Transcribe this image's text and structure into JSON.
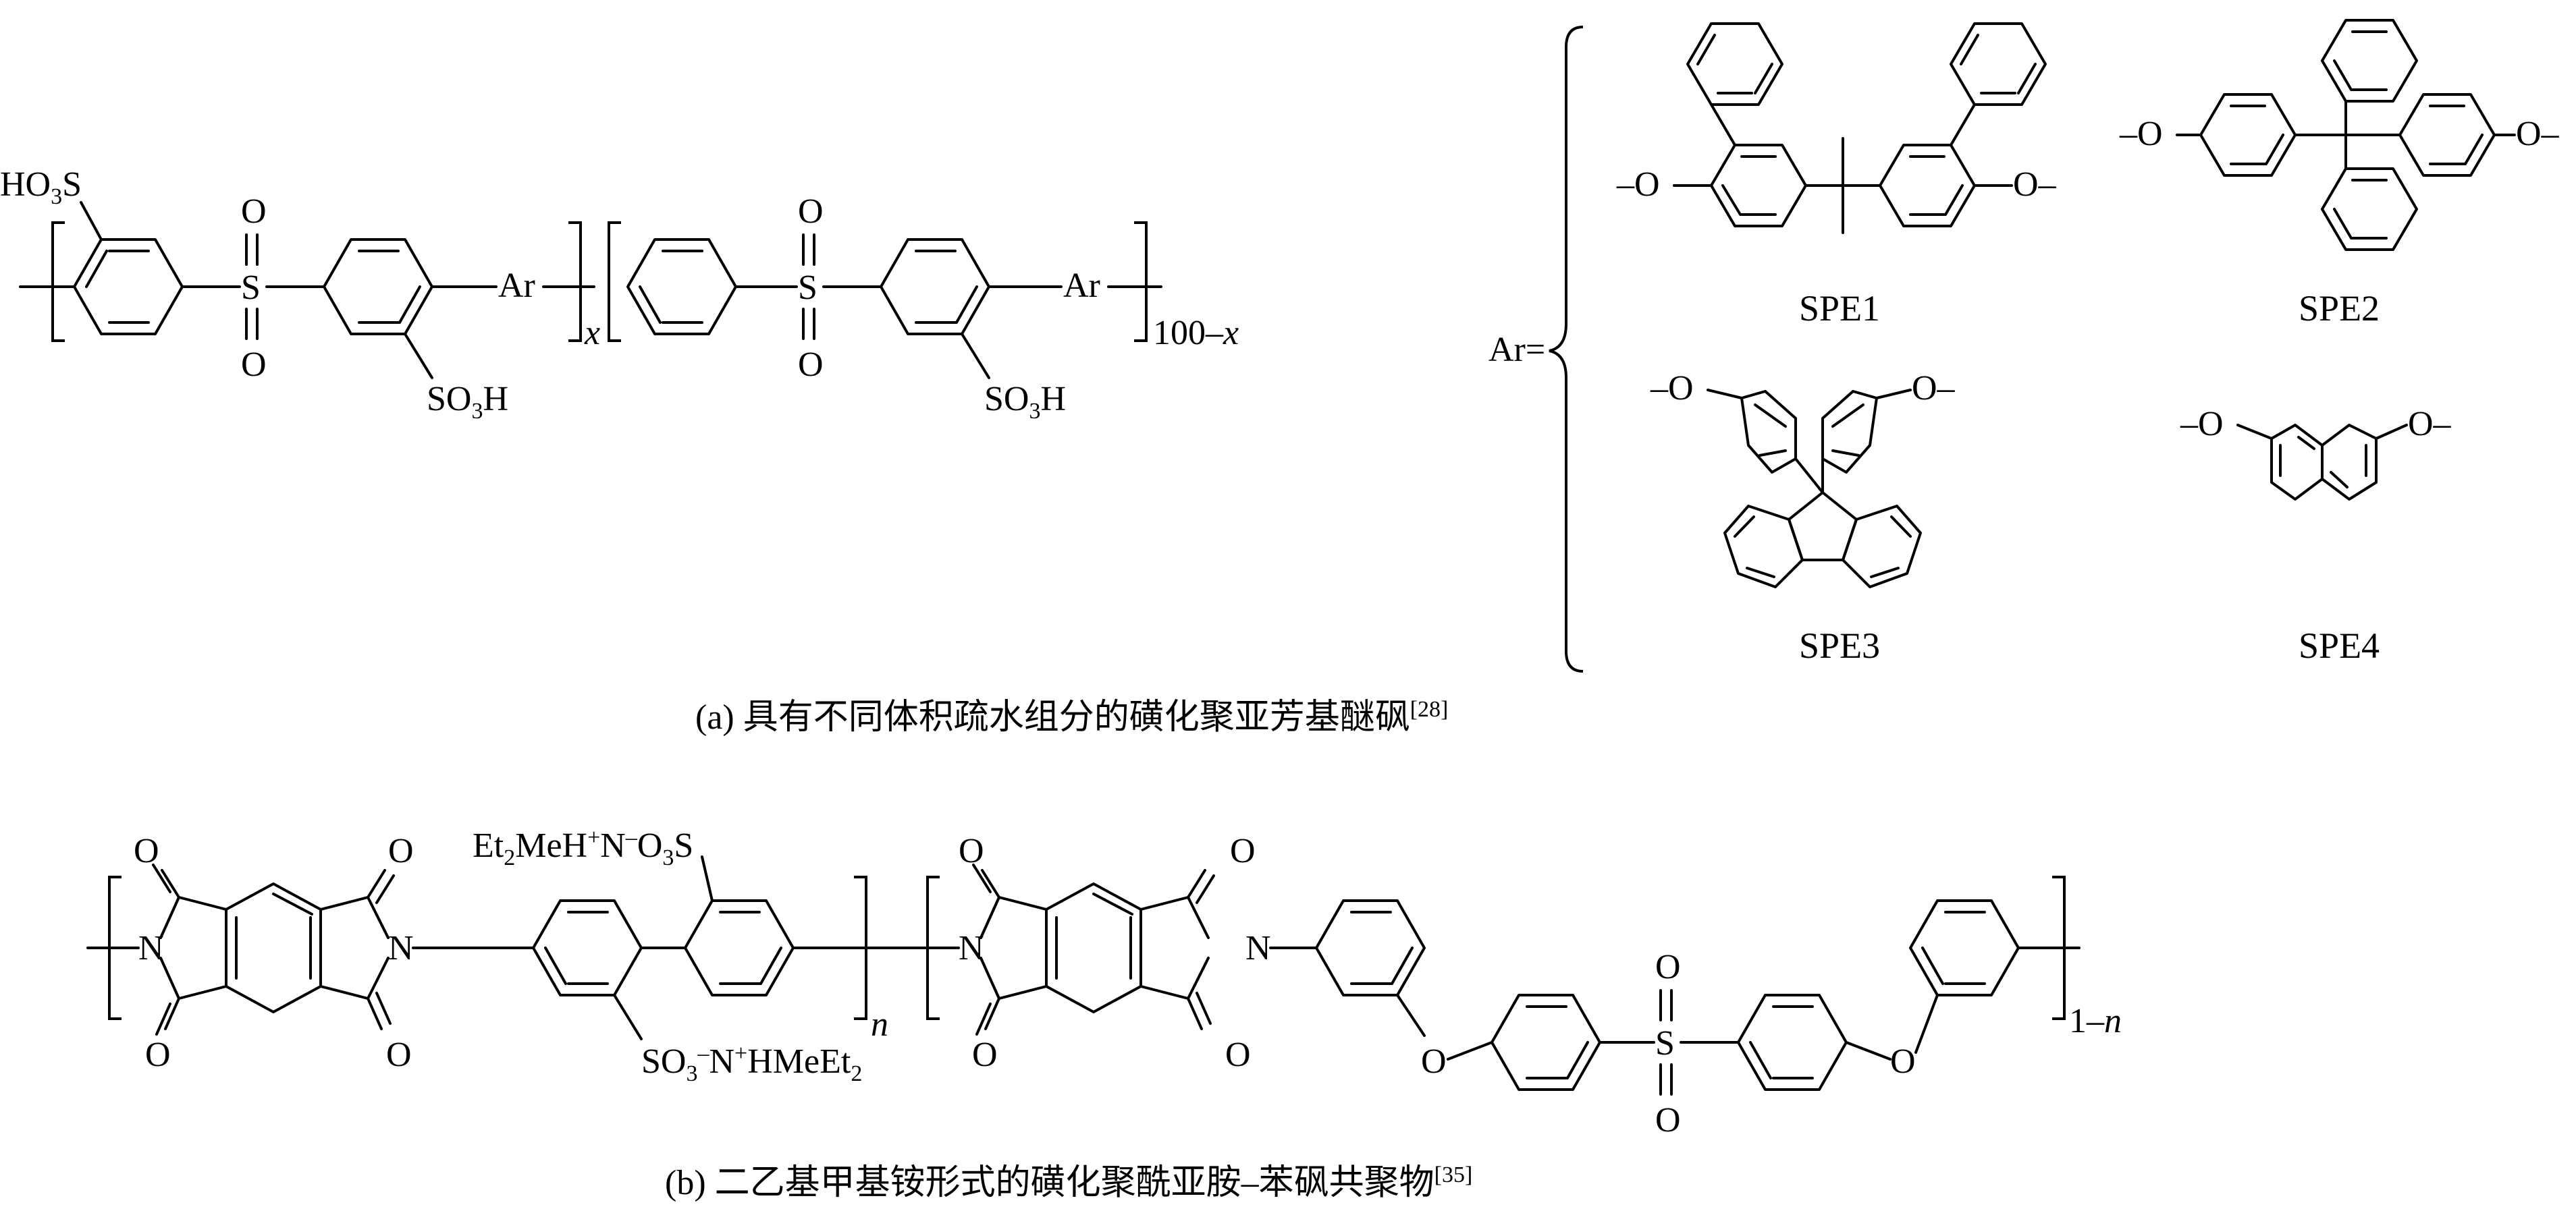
{
  "panel_a": {
    "caption": "(a) 具有不同体积疏水组分的磺化聚亚芳基醚砜",
    "caption_ref": "[28]",
    "atoms": {
      "hso3_h": "HO",
      "hso3_sub": "3",
      "hso3_s": "S",
      "so3h_a": "SO",
      "so3h_sub": "3",
      "so3h_h": "H",
      "s": "S",
      "o": "O",
      "ar": "Ar",
      "x": "x",
      "hundred_minus": "100–",
      "ar_eq": "Ar="
    },
    "labels": [
      "SPE1",
      "SPE2",
      "SPE3",
      "SPE4"
    ],
    "ether": "–O",
    "ether_r": "O–"
  },
  "panel_b": {
    "caption": "(b) 二乙基甲基铵形式的磺化聚酰亚胺–苯砜共聚物",
    "caption_ref": "[35]",
    "atoms": {
      "n": "N",
      "o": "O",
      "s": "S",
      "top_salt_a": "Et",
      "top_salt_sub1": "2",
      "top_salt_b": "MeH",
      "top_salt_plus": "+",
      "top_salt_c": "N",
      "top_salt_minus": "–",
      "top_salt_d": "O",
      "top_salt_sub2": "3",
      "top_salt_e": "S",
      "bot_salt_a": "SO",
      "bot_salt_sub1": "3",
      "bot_salt_minus": "–",
      "bot_salt_b": "N",
      "bot_salt_plus": "+",
      "bot_salt_c": "HMeEt",
      "bot_salt_sub2": "2",
      "n_sub": "n",
      "one_minus": "1–",
      "n2": "n"
    }
  }
}
